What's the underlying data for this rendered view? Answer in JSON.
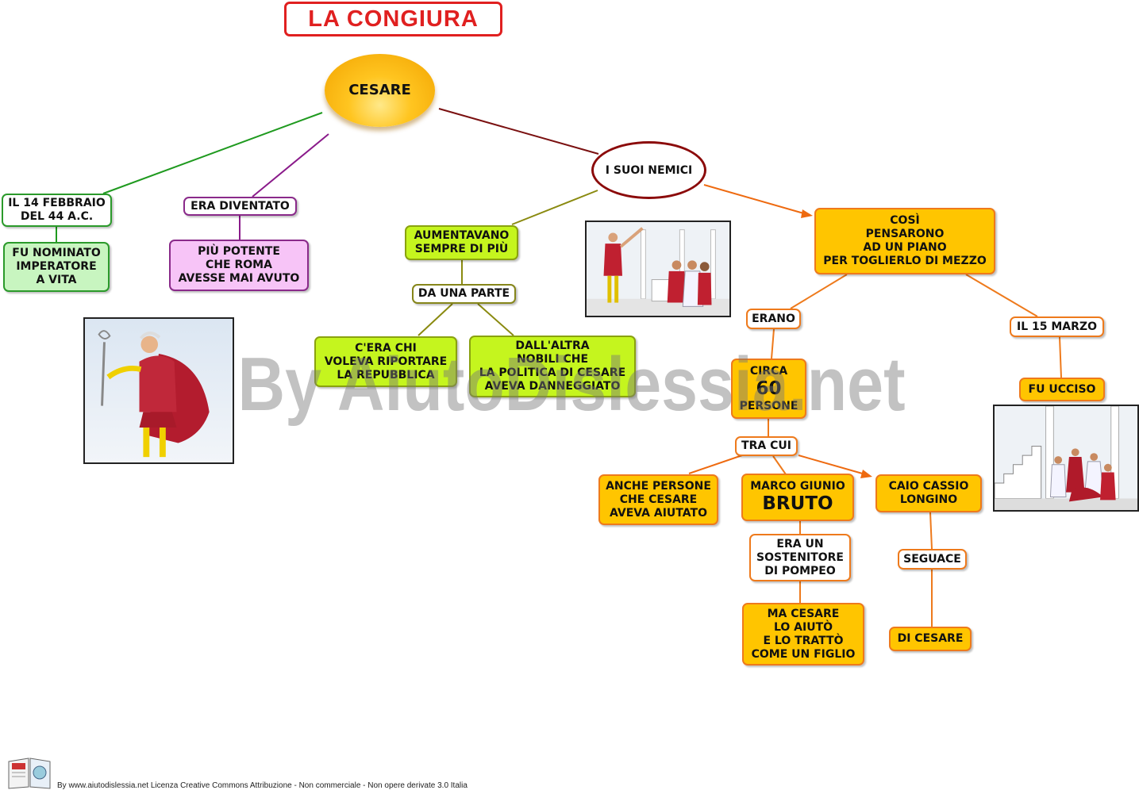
{
  "title": "LA CONGIURA",
  "center": "CESARE",
  "enemies": "I SUOI NEMICI",
  "left_branch": {
    "date_label": "IL 14 FEBBRAIO\nDEL 44 A.C.",
    "date_result": "FU NOMINATO\nIMPERATORE\nA VITA",
    "became_label": "ERA DIVENTATO",
    "became_result": "PIÙ POTENTE\nCHE ROMA\nAVESSE MAI AVUTO"
  },
  "middle_branch": {
    "increase": "AUMENTAVANO\nSEMPRE DI PIÙ",
    "one_side": "DA UNA PARTE",
    "republic": "C'ERA CHI\nVOLEVA RIPORTARE\nLA REPUBBLICA",
    "nobles": "DALL'ALTRA\nNOBILI CHE\nLA POLITICA DI CESARE\nAVEVA DANNEGGIATO"
  },
  "right_branch": {
    "plan": "COSÌ\nPENSARONO\nAD UN PIANO\nPER TOGLIERLO DI MEZZO",
    "were": "ERANO",
    "about": "CIRCA",
    "count": "60",
    "people": "PERSONE",
    "among": "TRA CUI",
    "helped": "ANCHE PERSONE\nCHE CESARE\nAVEVA AIUTATO",
    "bruto_first": "MARCO GIUNIO",
    "bruto_last": "BRUTO",
    "supporter": "ERA UN\nSOSTENITORE\nDI POMPEO",
    "son": "MA CESARE\nLO AIUTÒ\nE LO TRATTÒ\nCOME UN FIGLIO",
    "cassio": "CAIO CASSIO\nLONGINO",
    "follower": "SEGUACE",
    "of_caesar": "DI CESARE",
    "ides": "IL 15 MARZO",
    "killed": "FU UCCISO"
  },
  "watermark": "By AiutoDislessia.net",
  "footer": "By www.aiutodislessia.net Licenza Creative Commons Attribuzione - Non commerciale - Non opere derivate 3.0 Italia",
  "colors": {
    "green": "#2b9a2b",
    "purple": "#8a2a8a",
    "olive": "#86861a",
    "lime": "#c5f51e",
    "orange": "#ee7a1c",
    "gold": "#ffc500",
    "dark_red": "#8b0a0a",
    "title_red": "#e02020"
  }
}
